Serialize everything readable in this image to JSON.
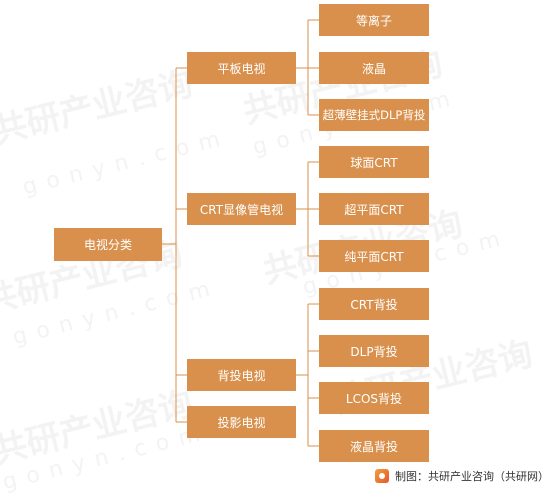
{
  "diagram": {
    "root": {
      "label": "电视分类"
    },
    "branches": [
      {
        "label": "平板电视",
        "children": [
          "等离子",
          "液晶",
          "超薄壁挂式DLP背投"
        ]
      },
      {
        "label": "CRT显像管电视",
        "children": [
          "球面CRT",
          "超平面CRT",
          "纯平面CRT"
        ]
      },
      {
        "label": "背投电视",
        "children": [
          "CRT背投",
          "DLP背投",
          "LCOS背投",
          "液晶背投"
        ]
      },
      {
        "label": "投影电视",
        "children": []
      }
    ]
  },
  "watermark": {
    "cn": "共研产业咨询",
    "en": "gonyn.com"
  },
  "footer": {
    "text": "制图：共研产业咨询（共研网）"
  },
  "colors": {
    "node_fill": "#d8904c",
    "connector": "#d8904c",
    "node_text": "#ffffff"
  }
}
